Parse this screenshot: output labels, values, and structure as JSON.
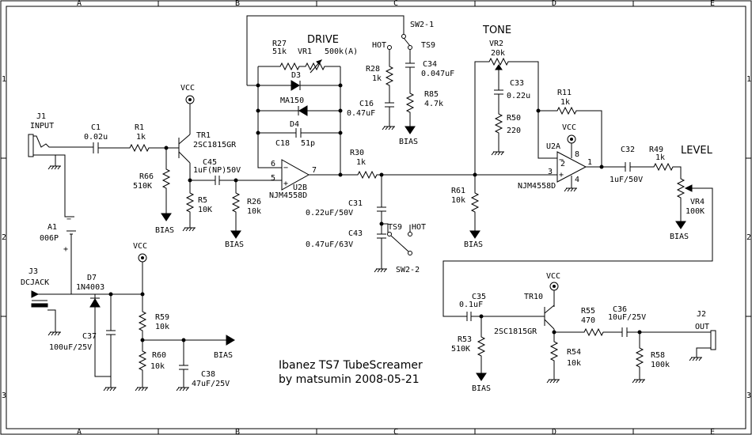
{
  "border": {
    "cols": [
      "A",
      "B",
      "C",
      "D",
      "E"
    ],
    "rows": [
      "1",
      "2",
      "3"
    ]
  },
  "title_block": {
    "line1": "Ibanez TS7 TubeScreamer",
    "line2": "by matsumin 2008-05-21"
  },
  "headings": {
    "drive": "DRIVE",
    "tone": "TONE",
    "level": "LEVEL"
  },
  "nets": {
    "vcc": "VCC",
    "bias": "BIAS",
    "hot": "HOT"
  },
  "parts": {
    "j1": {
      "ref": "J1",
      "name": "INPUT"
    },
    "c1": {
      "ref": "C1",
      "value": "0.02u"
    },
    "r1": {
      "ref": "R1",
      "value": "1k"
    },
    "r66": {
      "ref": "R66",
      "value": "510K"
    },
    "tr1": {
      "ref": "TR1",
      "value": "2SC1815GR"
    },
    "c45": {
      "ref": "C45",
      "value": "1uF(NP)50V"
    },
    "r5": {
      "ref": "R5",
      "value": "10K"
    },
    "r26": {
      "ref": "R26",
      "value": "10k"
    },
    "r27": {
      "ref": "R27",
      "value": "51k"
    },
    "vr1": {
      "ref": "VR1",
      "value": "500k(A)"
    },
    "d3": {
      "ref": "D3"
    },
    "ma150": {
      "ref": "MA150"
    },
    "d4": {
      "ref": "D4"
    },
    "c18": {
      "ref": "C18",
      "value": "51p"
    },
    "u2b": {
      "ref": "U2B",
      "value": "NJM4558D",
      "pin6": "6",
      "pin5": "5",
      "pin7": "7"
    },
    "sw21": {
      "ref": "SW2-1",
      "name": "TS9"
    },
    "r28": {
      "ref": "R28",
      "value": "1k"
    },
    "c34": {
      "ref": "C34",
      "value": "0.047uF"
    },
    "r85": {
      "ref": "R85",
      "value": "4.7k"
    },
    "c16": {
      "ref": "C16",
      "value": "0.47uF"
    },
    "r30": {
      "ref": "R30",
      "value": "1k"
    },
    "c31": {
      "ref": "C31",
      "value": "0.22uF/50V"
    },
    "c43": {
      "ref": "C43",
      "value": "0.47uF/63V"
    },
    "sw22": {
      "ref": "SW2-2",
      "name": "TS9"
    },
    "vr2": {
      "ref": "VR2",
      "value": "20k"
    },
    "c33": {
      "ref": "C33",
      "value": "0.22u"
    },
    "r50": {
      "ref": "R50",
      "value": "220"
    },
    "r11": {
      "ref": "R11",
      "value": "1k"
    },
    "u2a": {
      "ref": "U2A",
      "value": "NJM4558D",
      "pin2": "2",
      "pin3": "3",
      "pin1": "1",
      "pin8": "8",
      "pin4": "4"
    },
    "r61": {
      "ref": "R61",
      "value": "10k"
    },
    "c32": {
      "ref": "C32",
      "value": "1uF/50V"
    },
    "r49": {
      "ref": "R49",
      "value": "1k"
    },
    "vr4": {
      "ref": "VR4",
      "value": "100K"
    },
    "a1": {
      "ref": "A1",
      "value": "006P"
    },
    "j3": {
      "ref": "J3",
      "name": "DCJACK"
    },
    "d7": {
      "ref": "D7",
      "value": "1N4003"
    },
    "c37": {
      "ref": "C37",
      "value": "100uF/25V"
    },
    "r59": {
      "ref": "R59",
      "value": "10k"
    },
    "r60": {
      "ref": "R60",
      "value": "10k"
    },
    "c38": {
      "ref": "C38",
      "value": "47uF/25V"
    },
    "c35": {
      "ref": "C35",
      "value": "0.1uF"
    },
    "r53": {
      "ref": "R53",
      "value": "510K"
    },
    "tr10": {
      "ref": "TR10",
      "value": "2SC1815GR"
    },
    "r54": {
      "ref": "R54",
      "value": "10k"
    },
    "r55": {
      "ref": "R55",
      "value": "470"
    },
    "c36": {
      "ref": "C36",
      "value": "10uF/25V"
    },
    "r58": {
      "ref": "R58",
      "value": "100k"
    },
    "j2": {
      "ref": "J2",
      "name": "OUT"
    }
  }
}
